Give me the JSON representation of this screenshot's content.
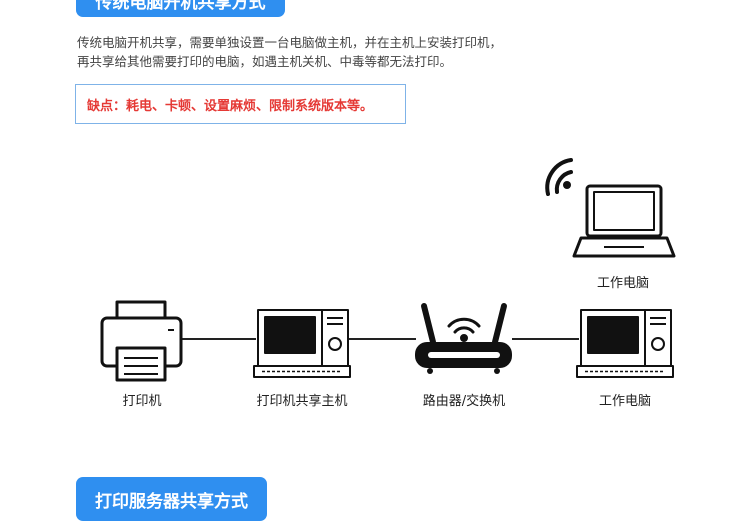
{
  "top_tag": {
    "label": "传统电脑开机共享方式"
  },
  "description": {
    "line1": "传统电脑开机共享，需要单独设置一台电脑做主机，并在主机上安装打印机，",
    "line2": "再共享给其他需要打印的电脑，如遇主机关机、中毒等都无法打印。"
  },
  "drawback": {
    "text": "缺点：耗电、卡顿、设置麻烦、限制系统版本等。"
  },
  "diagram": {
    "wireless_laptop_label": "工作电脑",
    "printer_label": "打印机",
    "host_pc_label": "打印机共享主机",
    "router_label": "路由器/交换机",
    "work_pc_label": "工作电脑"
  },
  "bottom_tag": {
    "label": "打印服务器共享方式"
  },
  "colors": {
    "accent": "#2f8ff0",
    "warning": "#e53935",
    "border": "#7fb3e8"
  }
}
